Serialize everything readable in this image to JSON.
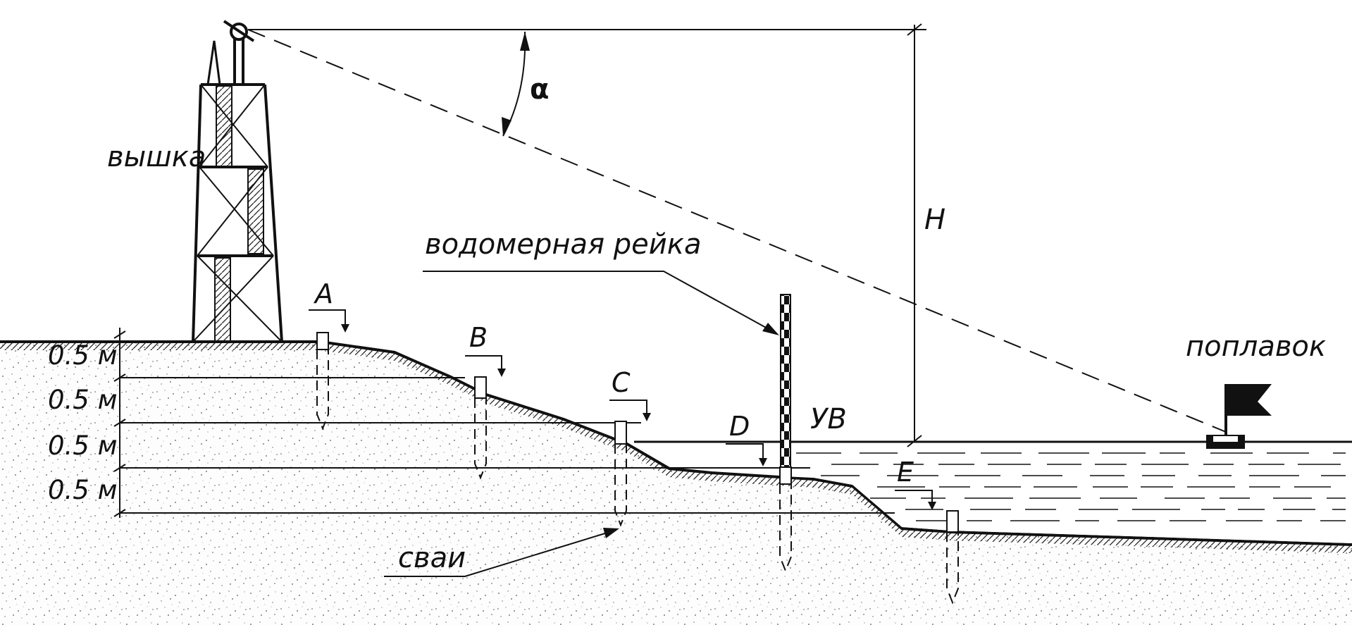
{
  "labels": {
    "tower": "вышка",
    "gauge": "водомерная рейка",
    "float": "поплавок",
    "water_level": "УВ",
    "piles": "сваи",
    "angle": "α",
    "height": "H"
  },
  "points": [
    "A",
    "B",
    "C",
    "D",
    "E"
  ],
  "levels": [
    "0.5 м",
    "0.5 м",
    "0.5 м",
    "0.5 м"
  ]
}
